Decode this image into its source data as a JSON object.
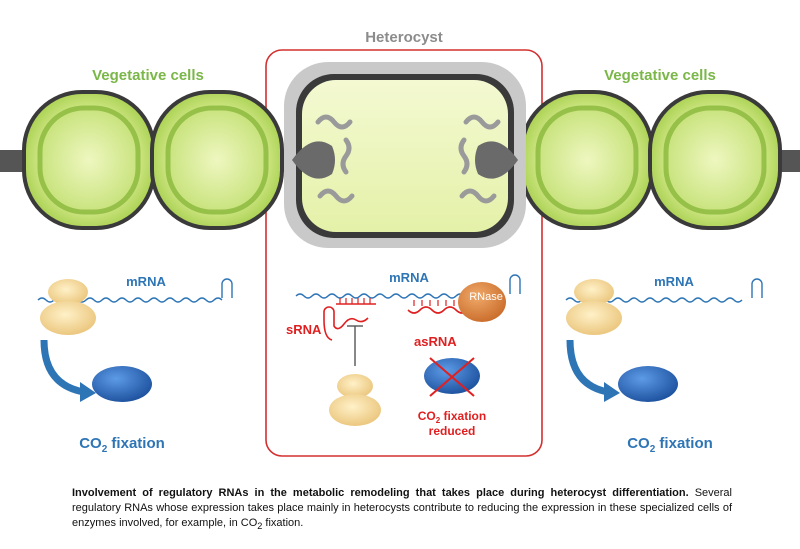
{
  "labels": {
    "heterocyst": "Heterocyst",
    "vegetative_left": "Vegetative cells",
    "vegetative_right": "Vegetative cells",
    "mrna_left": "mRNA",
    "mrna_center": "mRNA",
    "mrna_right": "mRNA",
    "rnase": "RNase",
    "srna": "sRNA",
    "asrna": "asRNA",
    "co2_left_main": "CO",
    "co2_left_sub": "2",
    "co2_left_rest": " fixation",
    "co2_right_main": "CO",
    "co2_right_sub": "2",
    "co2_right_rest": " fixation",
    "co2_center_main": "CO",
    "co2_center_sub": "2",
    "co2_center_rest": " fixation",
    "reduced": "reduced"
  },
  "caption": {
    "bold": "Involvement of regulatory RNAs in the metabolic remodeling that takes place during heterocyst differentiation.",
    "text": " Several regulatory RNAs whose expression takes place mainly in heterocysts contribute to reducing the expression in these specialized cells of enzymes involved, for example, in CO",
    "sub": "2",
    "end": " fixation."
  },
  "colors": {
    "vegetative_label": "#7ab648",
    "heterocyst_label": "#8c8c8c",
    "mrna_label": "#2e75b6",
    "co2_label": "#2e75b6",
    "red": "#e02020",
    "frame": "#d43030",
    "rnase": "#e08a3c",
    "enzyme": "#2e6fc8",
    "ribosome": "#f2cf86"
  }
}
